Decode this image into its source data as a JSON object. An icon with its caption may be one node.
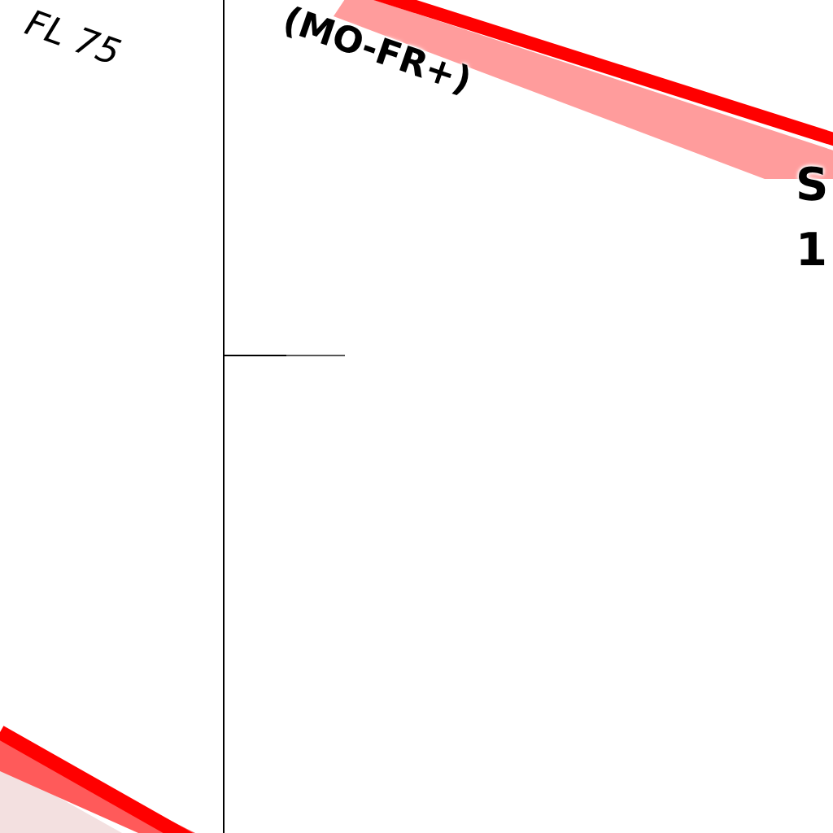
{
  "diagram": {
    "labels": [
      "FL 75",
      "(MO-FR+)",
      "S",
      "1"
    ]
  }
}
